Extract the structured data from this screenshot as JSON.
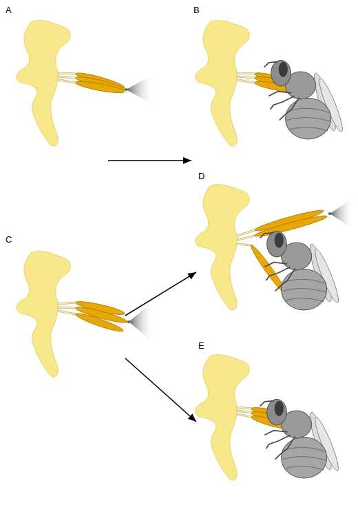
{
  "diagram": {
    "nodes": [
      {
        "text": [
          "A"
        ]
      },
      {
        "text": [
          "B"
        ]
      },
      {
        "text": [
          "C"
        ]
      },
      {
        "text": [
          "D"
        ]
      },
      {
        "text": [
          "E"
        ]
      }
    ],
    "edges": [
      {
        "from": 0,
        "to": 1,
        "arrow": "to"
      },
      {
        "from": 2,
        "to": 3,
        "arrow": "to"
      },
      {
        "from": 2,
        "to": 4,
        "arrow": "to"
      }
    ]
  }
}
